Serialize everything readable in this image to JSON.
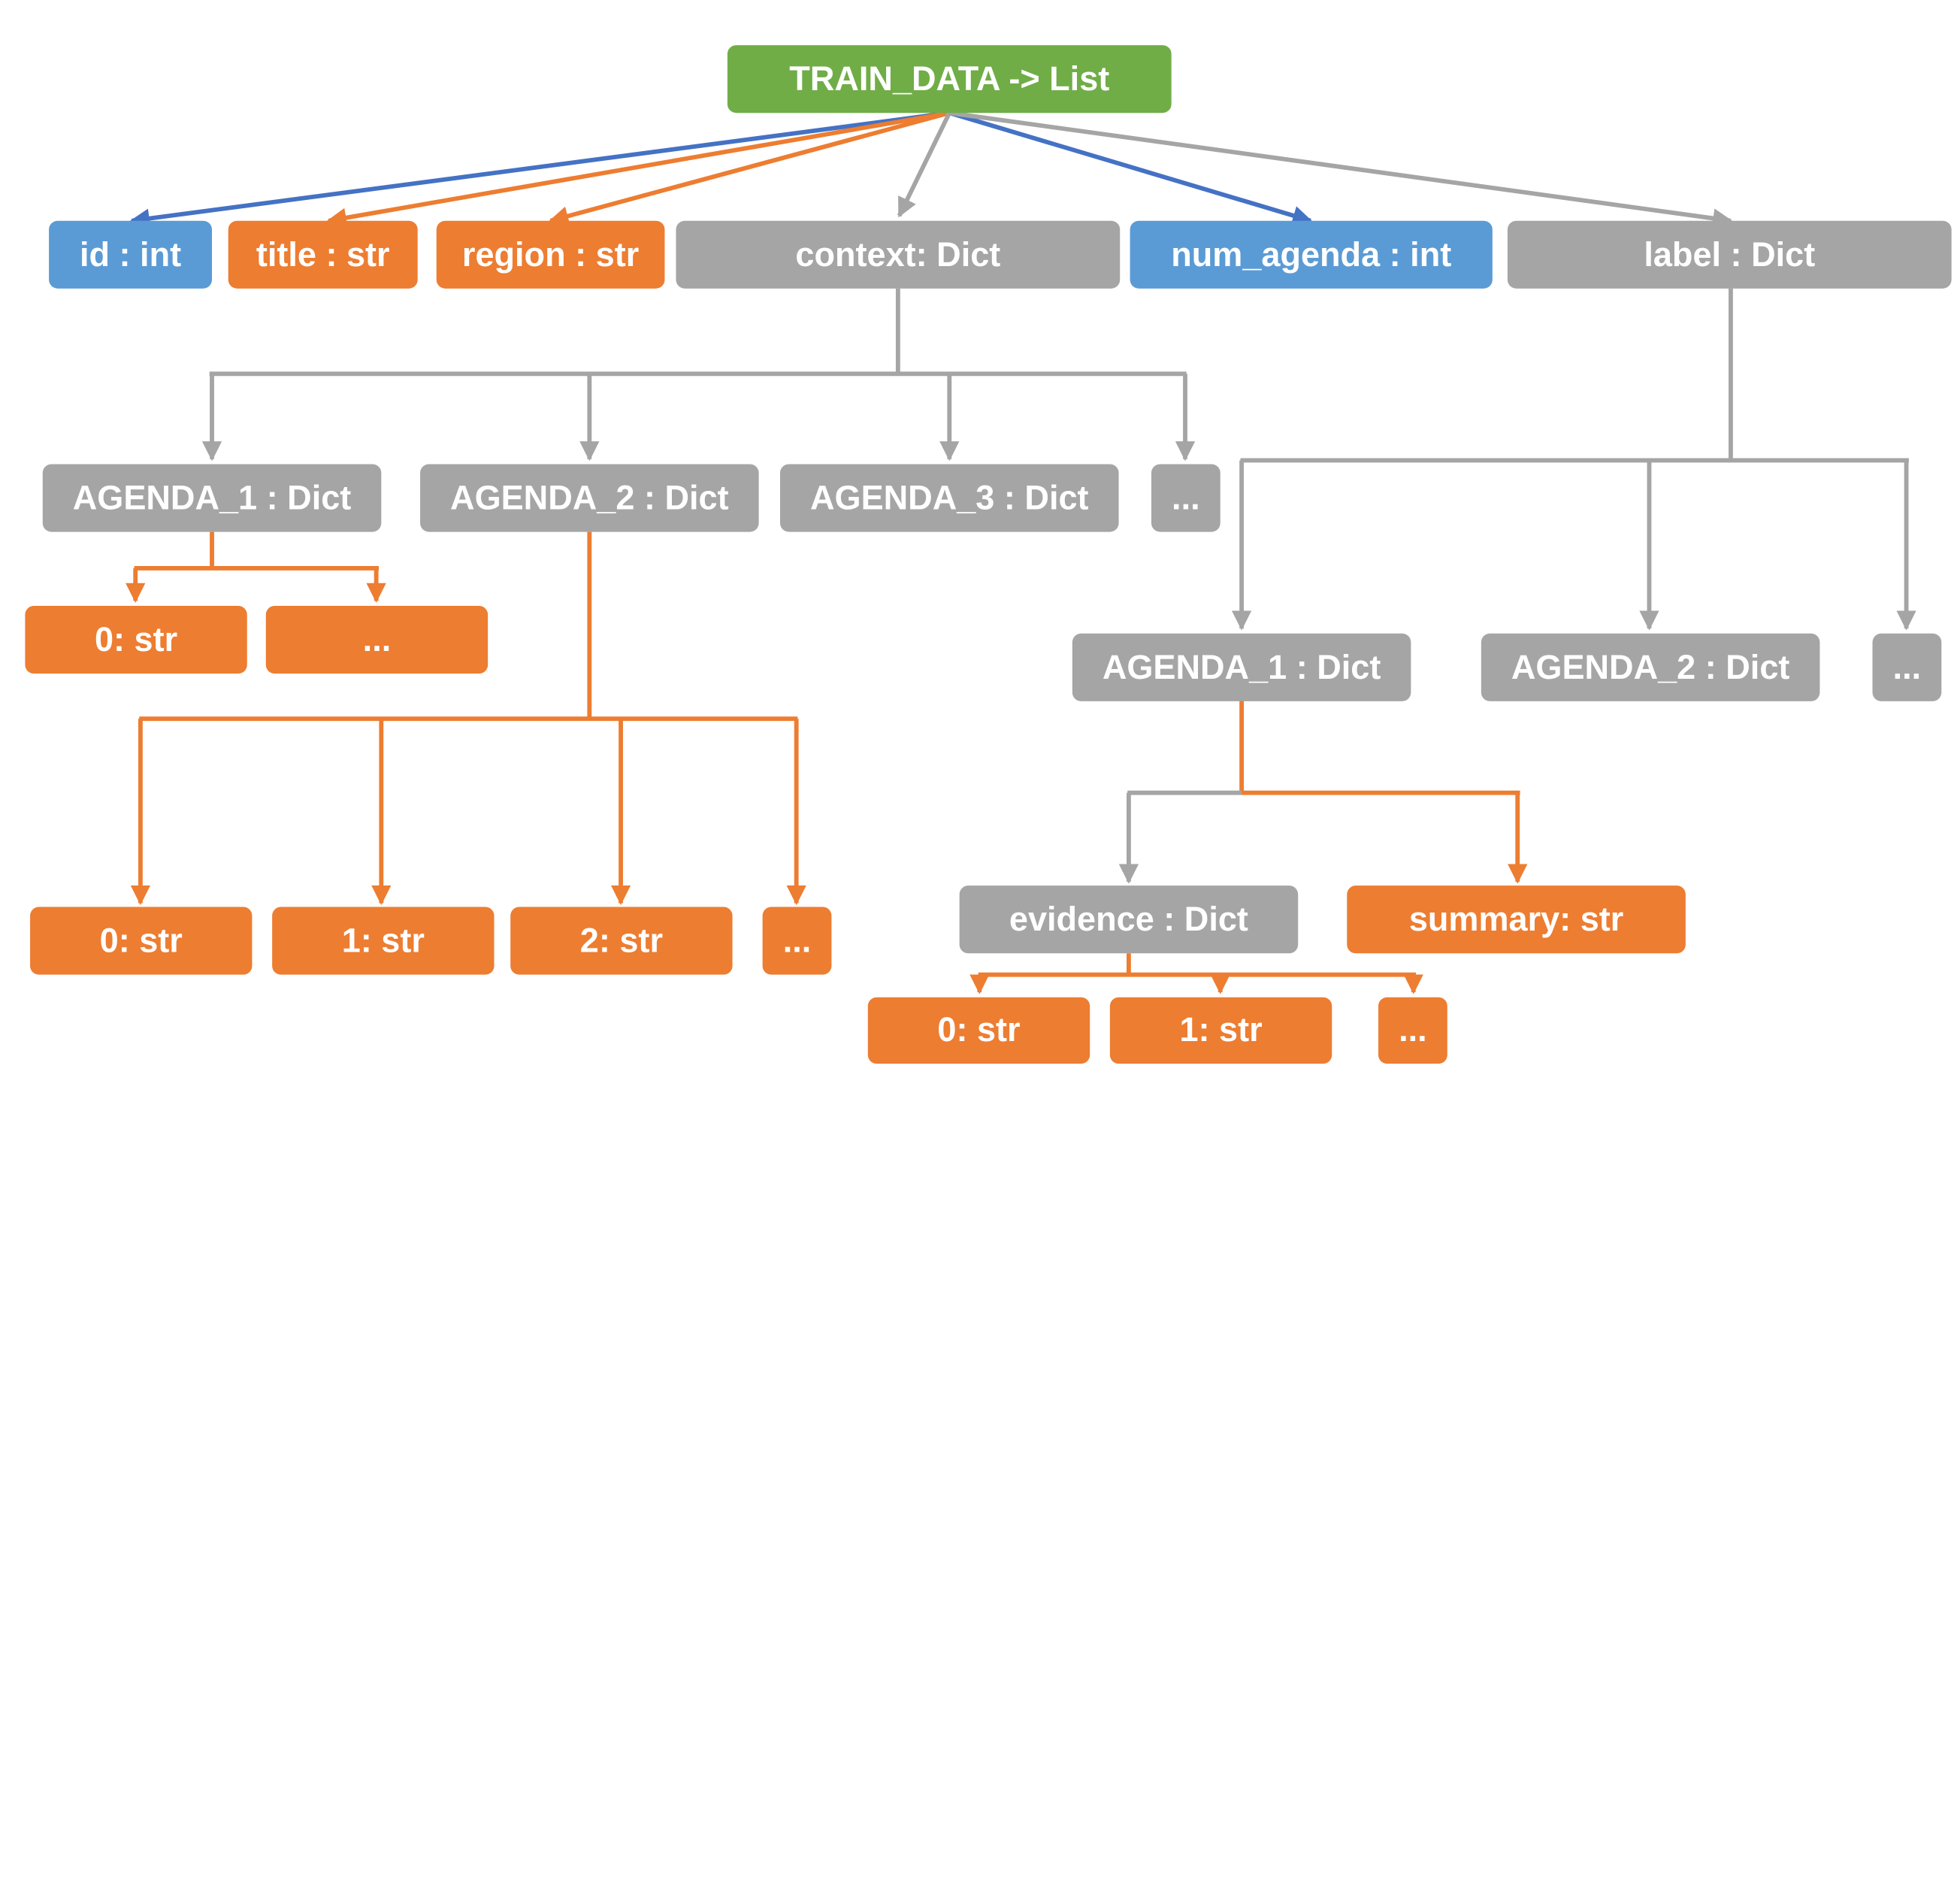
{
  "colors": {
    "root": "#70ad47",
    "int": "#5b9bd5",
    "str": "#ed7d31",
    "dict": "#a5a5a5",
    "edge_blue": "#4472c4",
    "edge_orange": "#ed7d31",
    "edge_gray": "#a5a5a5"
  },
  "root": {
    "label": "TRAIN_DATA -> List"
  },
  "fields": {
    "id": "id : int",
    "title": "title : str",
    "region": "region : str",
    "context": "context: Dict",
    "num_agenda": "num_agenda : int",
    "label": "label : Dict"
  },
  "context": {
    "agenda_1": "AGENDA_1 : Dict",
    "agenda_2": "AGENDA_2 : Dict",
    "agenda_3": "AGENDA_3 : Dict",
    "more": "...",
    "agenda_1_items": [
      "0: str",
      "..."
    ],
    "agenda_2_items": [
      "0: str",
      "1: str",
      "2: str",
      "..."
    ]
  },
  "label": {
    "agenda_1": "AGENDA_1 : Dict",
    "agenda_2": "AGENDA_2 : Dict",
    "more": "...",
    "evidence": "evidence : Dict",
    "summary": "summary: str",
    "evidence_items": [
      "0: str",
      "1: str",
      "..."
    ]
  }
}
